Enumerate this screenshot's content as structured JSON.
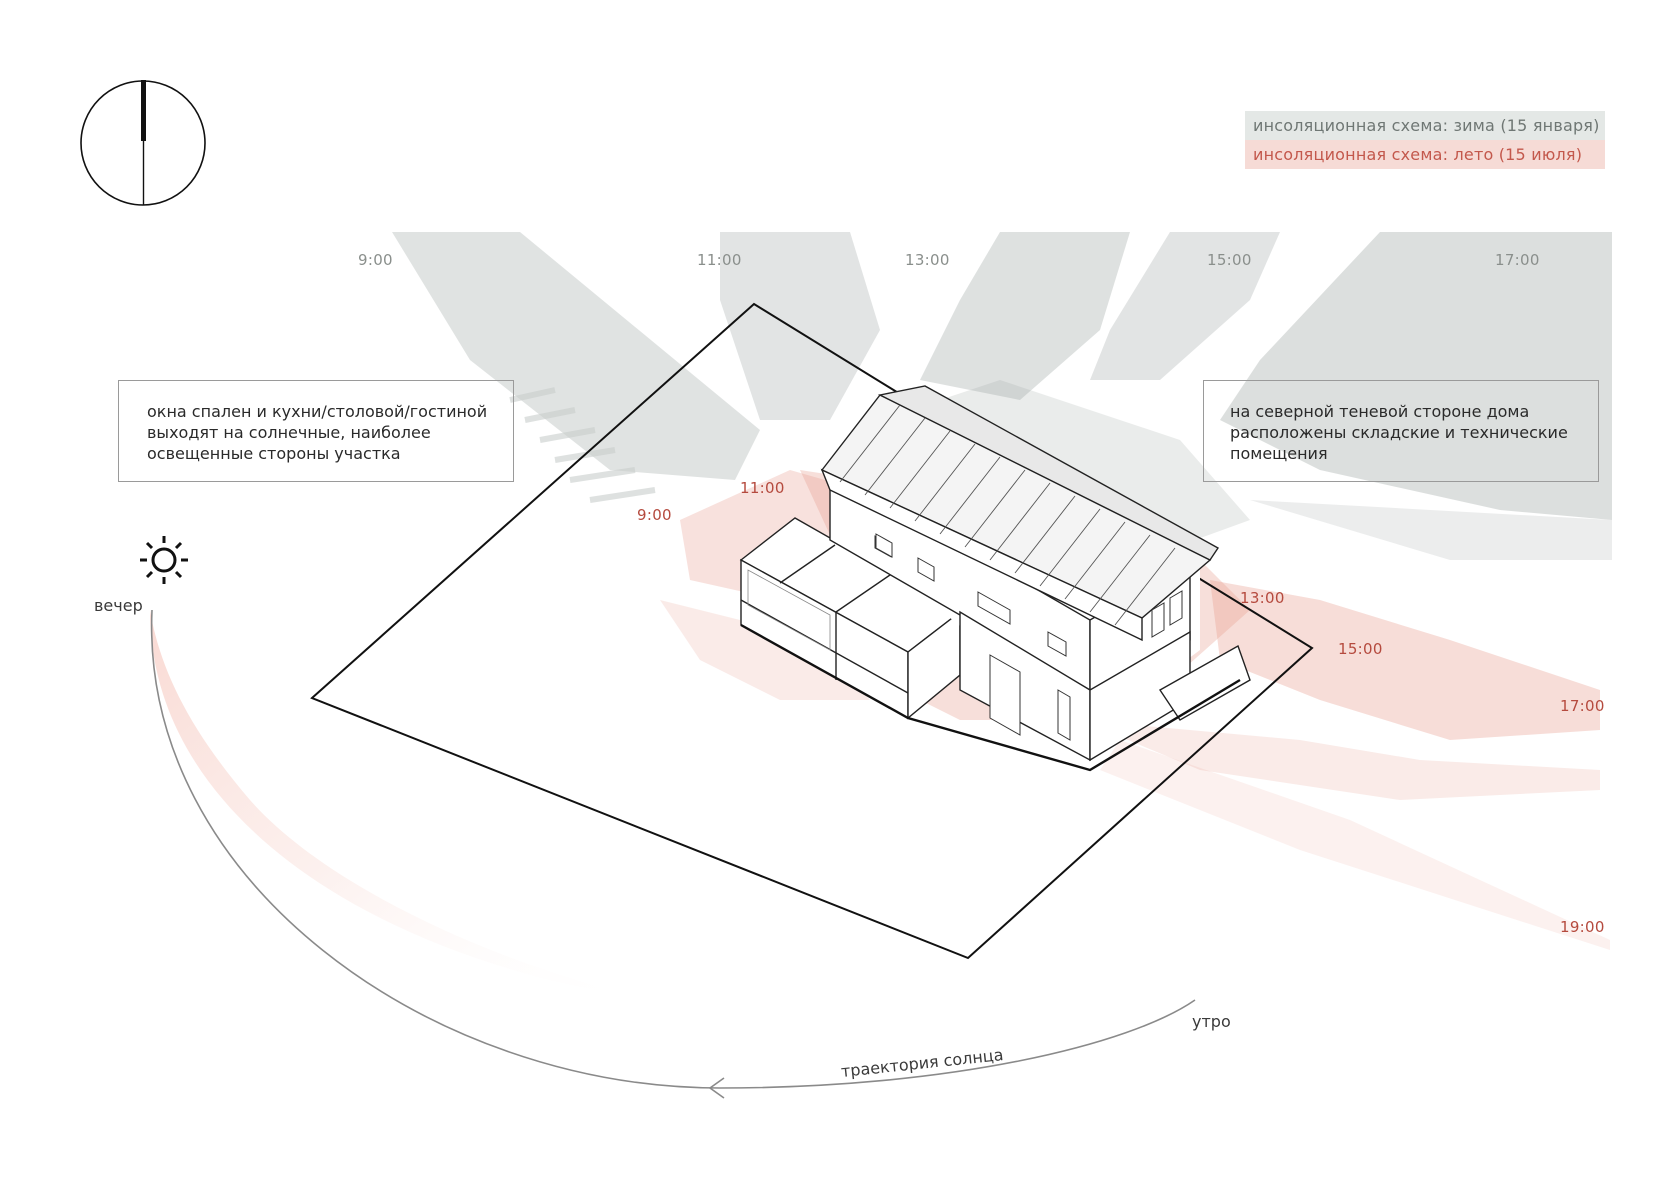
{
  "legend": {
    "winter": "инсоляционная схема: зима  (15 января)",
    "summer": "инсоляционная схема: лето  (15 июля)",
    "winter_color": "#e4e8e6",
    "summer_color": "#f6dbd6"
  },
  "notes": {
    "left": [
      "окна спален и кухни/столовой/гостиной",
      "выходят на солнечные, наиболее",
      "освещенные стороны участка"
    ],
    "right": [
      "на северной теневой стороне дома",
      "расположены складские и технические",
      "помещения"
    ]
  },
  "winter_times": [
    "9:00",
    "11:00",
    "13:00",
    "15:00",
    "17:00"
  ],
  "summer_times": [
    "9:00",
    "11:00",
    "13:00",
    "15:00",
    "17:00",
    "19:00"
  ],
  "sun_path": {
    "evening": "вечер",
    "morning": "утро",
    "trajectory": "траектория солнца"
  },
  "icons": {
    "compass": "north-compass-icon",
    "sun": "sun-icon"
  }
}
